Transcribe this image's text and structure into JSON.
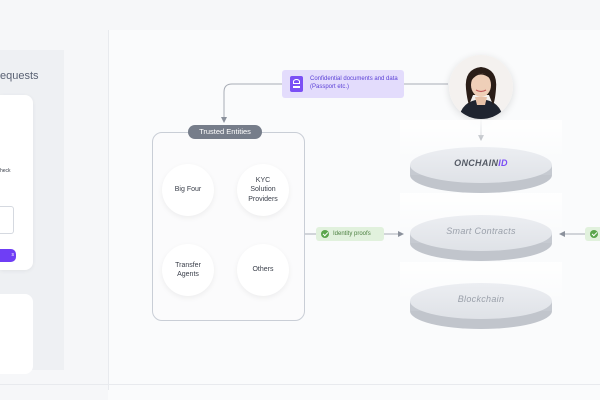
{
  "left_panel": {
    "title_fragment": "equests",
    "check_fragment": "heck",
    "button_fragment": "s"
  },
  "diagram": {
    "trusted_entities": {
      "label": "Trusted Entities",
      "items": [
        {
          "label": "Big Four"
        },
        {
          "label": "KYC Solution Providers"
        },
        {
          "label": "Transfer Agents"
        },
        {
          "label": "Others"
        }
      ]
    },
    "documents_badge": "Confidential documents and data (Passport etc.)",
    "identity_proofs": "Identity proofs",
    "layers": [
      {
        "label": "ONCHAIN",
        "accent": "ID"
      },
      {
        "label": "Smart Contracts"
      },
      {
        "label": "Blockchain"
      }
    ]
  },
  "colors": {
    "accent_purple": "#7b4ff5",
    "badge_purple_bg": "#e3dcfc",
    "proof_green": "#5aa54c",
    "proof_green_bg": "#e1f1dd",
    "label_gray": "#767d8a"
  }
}
